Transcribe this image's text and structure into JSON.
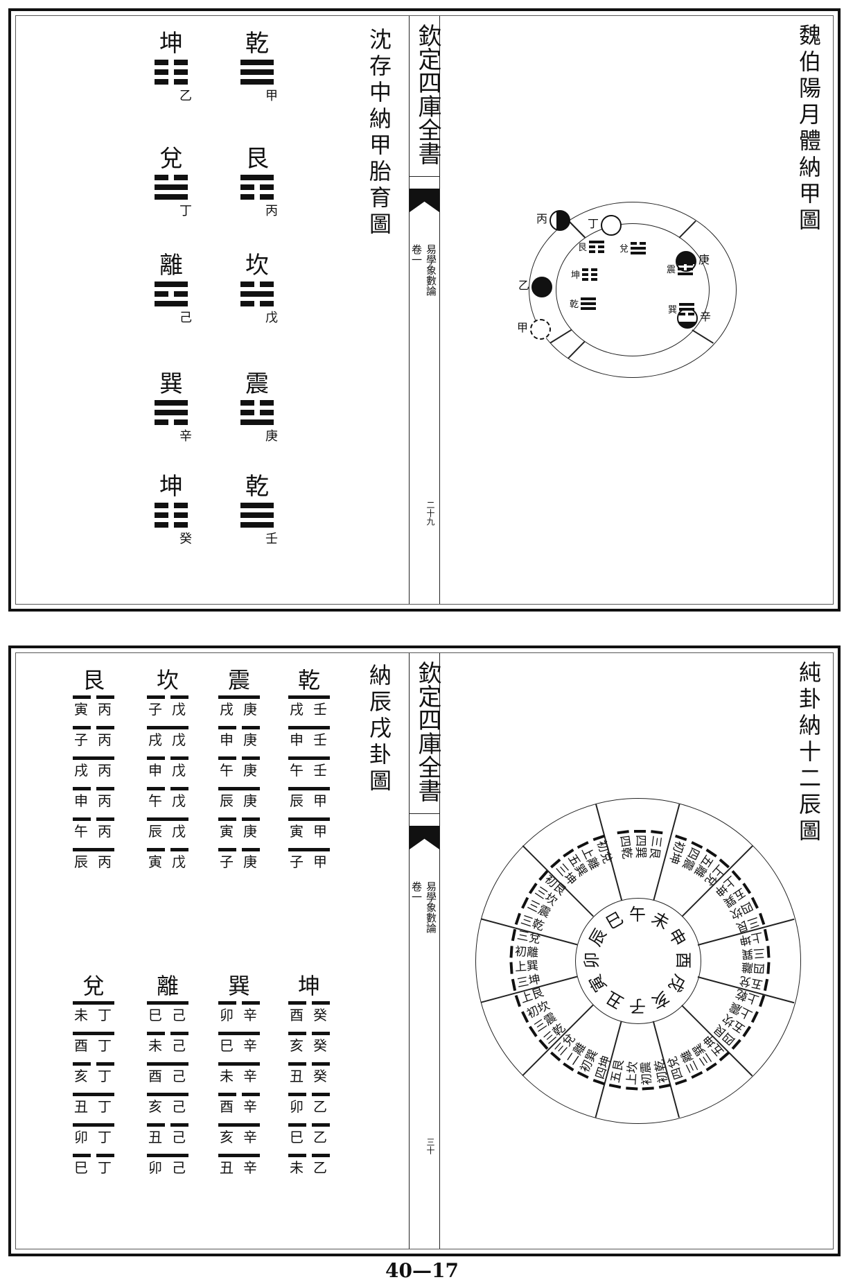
{
  "header_strip": {
    "series_title": "欽定四庫全書",
    "volume": "卷一",
    "book_title": "易學象數論",
    "top_page": "二十九",
    "bottom_page": "三十"
  },
  "top_left": {
    "title": "沈存中納甲胎育圖",
    "columns": [
      [
        {
          "name": "乾",
          "lines": "111",
          "stem": "甲"
        },
        {
          "name": "艮",
          "lines": "100",
          "stem": "丙"
        },
        {
          "name": "坎",
          "lines": "010",
          "stem": "戊"
        },
        {
          "name": "震",
          "lines": "001",
          "stem": "庚"
        },
        {
          "name": "乾",
          "lines": "111",
          "stem": "壬"
        }
      ],
      [
        {
          "name": "坤",
          "lines": "000",
          "stem": "乙"
        },
        {
          "name": "兌",
          "lines": "011",
          "stem": "丁"
        },
        {
          "name": "離",
          "lines": "101",
          "stem": "己"
        },
        {
          "name": "巽",
          "lines": "110",
          "stem": "辛"
        },
        {
          "name": "坤",
          "lines": "000",
          "stem": "癸"
        }
      ]
    ]
  },
  "top_right": {
    "title": "魏伯陽月體納甲圖",
    "moons": [
      {
        "stem": "丙",
        "phase": "half-dark",
        "trigram": "艮",
        "lines": "100"
      },
      {
        "stem": "丁",
        "phase": "light",
        "trigram": "兌",
        "lines": "011"
      },
      {
        "stem": "庚",
        "phase": "dark-bottom-light",
        "trigram": "震",
        "lines": "001"
      },
      {
        "stem": "辛",
        "phase": "light-bottom-dark",
        "trigram": "巽",
        "lines": "110"
      },
      {
        "stem": "乙",
        "phase": "dark",
        "trigram": "坤",
        "lines": "000"
      },
      {
        "stem": "甲",
        "phase": "full",
        "trigram": "乾",
        "lines": "111"
      }
    ]
  },
  "bottom_left": {
    "title": "納辰戌卦圖",
    "groups": [
      [
        {
          "name": "乾",
          "lines": "111111",
          "rows": [
            [
              "戌",
              "壬"
            ],
            [
              "申",
              "壬"
            ],
            [
              "午",
              "壬"
            ],
            [
              "辰",
              "甲"
            ],
            [
              "寅",
              "甲"
            ],
            [
              "子",
              "甲"
            ]
          ]
        },
        {
          "name": "震",
          "lines": "100100",
          "rows": [
            [
              "戌",
              "庚"
            ],
            [
              "申",
              "庚"
            ],
            [
              "午",
              "庚"
            ],
            [
              "辰",
              "庚"
            ],
            [
              "寅",
              "庚"
            ],
            [
              "子",
              "庚"
            ]
          ]
        },
        {
          "name": "坎",
          "lines": "010010",
          "rows": [
            [
              "子",
              "戊"
            ],
            [
              "戌",
              "戊"
            ],
            [
              "申",
              "戊"
            ],
            [
              "午",
              "戊"
            ],
            [
              "辰",
              "戊"
            ],
            [
              "寅",
              "戊"
            ]
          ]
        },
        {
          "name": "艮",
          "lines": "001001",
          "rows": [
            [
              "寅",
              "丙"
            ],
            [
              "子",
              "丙"
            ],
            [
              "戌",
              "丙"
            ],
            [
              "申",
              "丙"
            ],
            [
              "午",
              "丙"
            ],
            [
              "辰",
              "丙"
            ]
          ]
        }
      ],
      [
        {
          "name": "坤",
          "lines": "000000",
          "rows": [
            [
              "酉",
              "癸"
            ],
            [
              "亥",
              "癸"
            ],
            [
              "丑",
              "癸"
            ],
            [
              "卯",
              "乙"
            ],
            [
              "巳",
              "乙"
            ],
            [
              "未",
              "乙"
            ]
          ]
        },
        {
          "name": "巽",
          "lines": "011011",
          "rows": [
            [
              "卯",
              "辛"
            ],
            [
              "巳",
              "辛"
            ],
            [
              "未",
              "辛"
            ],
            [
              "酉",
              "辛"
            ],
            [
              "亥",
              "辛"
            ],
            [
              "丑",
              "辛"
            ]
          ]
        },
        {
          "name": "離",
          "lines": "101101",
          "rows": [
            [
              "巳",
              "己"
            ],
            [
              "未",
              "己"
            ],
            [
              "酉",
              "己"
            ],
            [
              "亥",
              "己"
            ],
            [
              "丑",
              "己"
            ],
            [
              "卯",
              "己"
            ]
          ]
        },
        {
          "name": "兌",
          "lines": "110110",
          "rows": [
            [
              "未",
              "丁"
            ],
            [
              "酉",
              "丁"
            ],
            [
              "亥",
              "丁"
            ],
            [
              "丑",
              "丁"
            ],
            [
              "卯",
              "丁"
            ],
            [
              "巳",
              "丁"
            ]
          ]
        }
      ]
    ]
  },
  "bottom_right": {
    "title": "純卦納十二辰圖",
    "sectors": [
      {
        "branch": "午",
        "entries": [
          "四乾",
          "四巽",
          "三艮"
        ]
      },
      {
        "branch": "未",
        "entries": [
          "初坤",
          "四震",
          "五離",
          "上兌"
        ]
      },
      {
        "branch": "申",
        "entries": [
          "上坤",
          "五巽",
          "四坎",
          "三艮"
        ]
      },
      {
        "branch": "酉",
        "entries": [
          "上坤",
          "三巽",
          "四離",
          "五兌"
        ]
      },
      {
        "branch": "戌",
        "entries": [
          "上乾",
          "上震",
          "五坎",
          "四艮"
        ]
      },
      {
        "branch": "亥",
        "entries": [
          "五坤",
          "三巽",
          "三離",
          "四兌"
        ]
      },
      {
        "branch": "子",
        "entries": [
          "初乾",
          "初震",
          "上坎",
          "五艮"
        ]
      },
      {
        "branch": "丑",
        "entries": [
          "四坤",
          "初巽",
          "二離",
          "三兌"
        ]
      },
      {
        "branch": "寅",
        "entries": [
          "三乾",
          "三震",
          "初坎",
          "上艮"
        ]
      },
      {
        "branch": "卯",
        "entries": [
          "三坤",
          "上巽",
          "初離",
          "三兌"
        ]
      },
      {
        "branch": "辰",
        "entries": [
          "三乾",
          "三震",
          "三坎",
          "初艮"
        ]
      },
      {
        "branch": "巳",
        "entries": [
          "三坤",
          "五巽",
          "上離",
          "初兌"
        ]
      }
    ]
  },
  "footer": {
    "page_number": "40—17"
  }
}
